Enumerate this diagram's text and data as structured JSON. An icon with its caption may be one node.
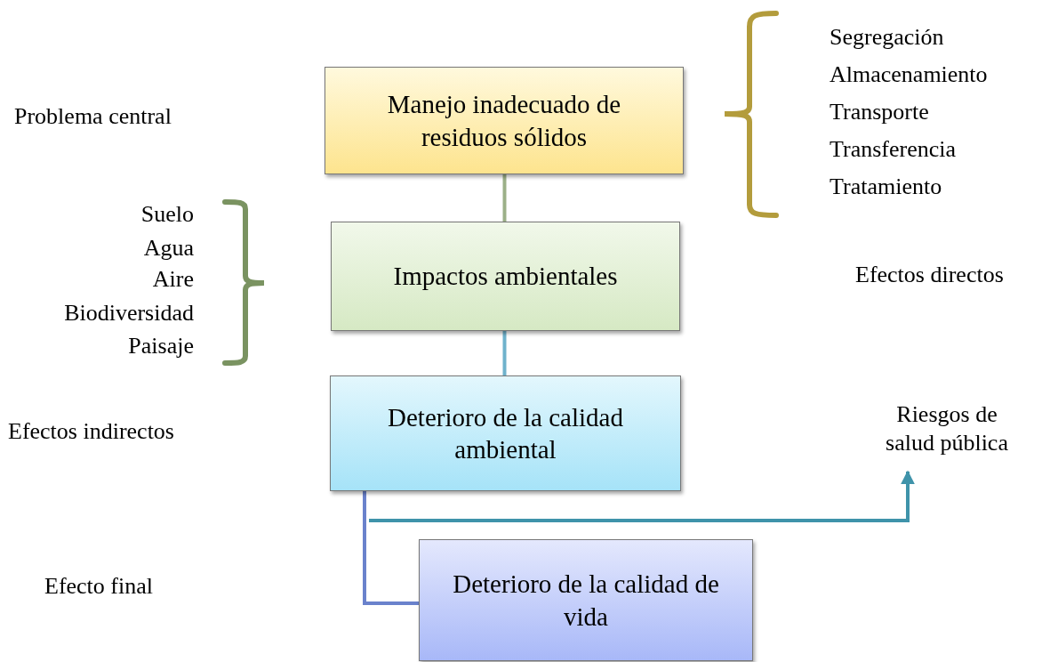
{
  "diagram": {
    "nodes": [
      {
        "text": [
          "Manejo inadecuado de residuos sólidos"
        ]
      },
      {
        "text": [
          "Impactos ambientales"
        ]
      },
      {
        "text": [
          "Deterioro de la calidad ambiental"
        ]
      },
      {
        "text": [
          "Deterioro de la calidad de vida"
        ]
      },
      {
        "text": [
          "Riesgos de salud pública"
        ]
      }
    ],
    "edges": [
      {
        "from": 0,
        "to": 1,
        "arrow": "none",
        "color": "#9cb088"
      },
      {
        "from": 1,
        "to": 2,
        "arrow": "none",
        "color": "#6fb2cc"
      },
      {
        "from": 2,
        "to": 3,
        "arrow": "none",
        "color": "#6a82cc"
      },
      {
        "from": 2,
        "to": 4,
        "arrow": "to",
        "color": "#3f93aa"
      }
    ],
    "labels": [
      "Segregación",
      "Almacenamiento",
      "Problema central",
      "Transporte",
      "Transferencia",
      "Tratamiento",
      "Suelo",
      "Agua",
      "Aire",
      "Efectos directos",
      "Biodiversidad",
      "Paisaje",
      "Efectos indirectos",
      "Efecto final"
    ]
  }
}
